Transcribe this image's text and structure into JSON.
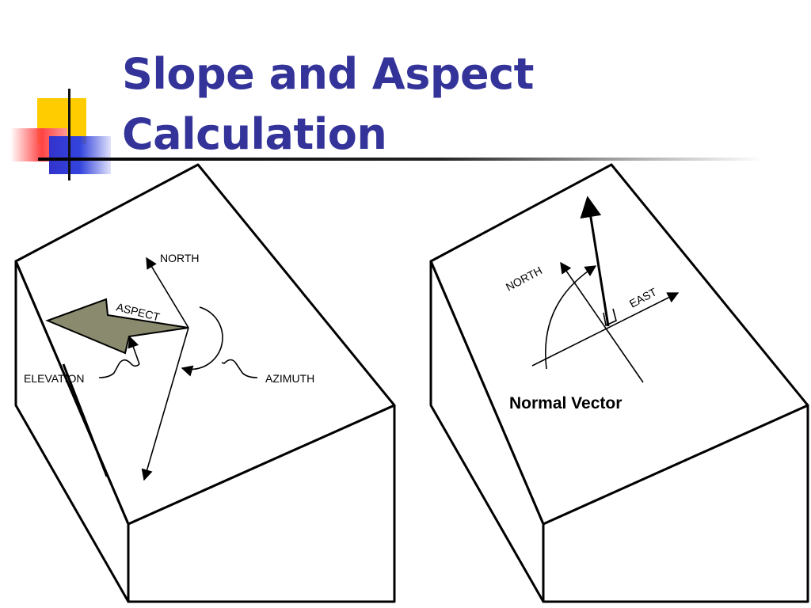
{
  "slide": {
    "title_line1": "Slope and Aspect",
    "title_line2": "Calculation"
  },
  "left_diagram": {
    "north_label": "NORTH",
    "aspect_label": "ASPECT",
    "elevation_label": "ELEVATION",
    "azimuth_label": "AZIMUTH",
    "arrow_fill": "#8a8a6e"
  },
  "right_diagram": {
    "north_label": "NORTH",
    "east_label": "EAST",
    "normal_vector_label": "Normal Vector"
  },
  "colors": {
    "title": "#333399",
    "accent_yellow": "#ffcc00",
    "accent_red": "#ff4444",
    "accent_blue": "#3333cc"
  }
}
